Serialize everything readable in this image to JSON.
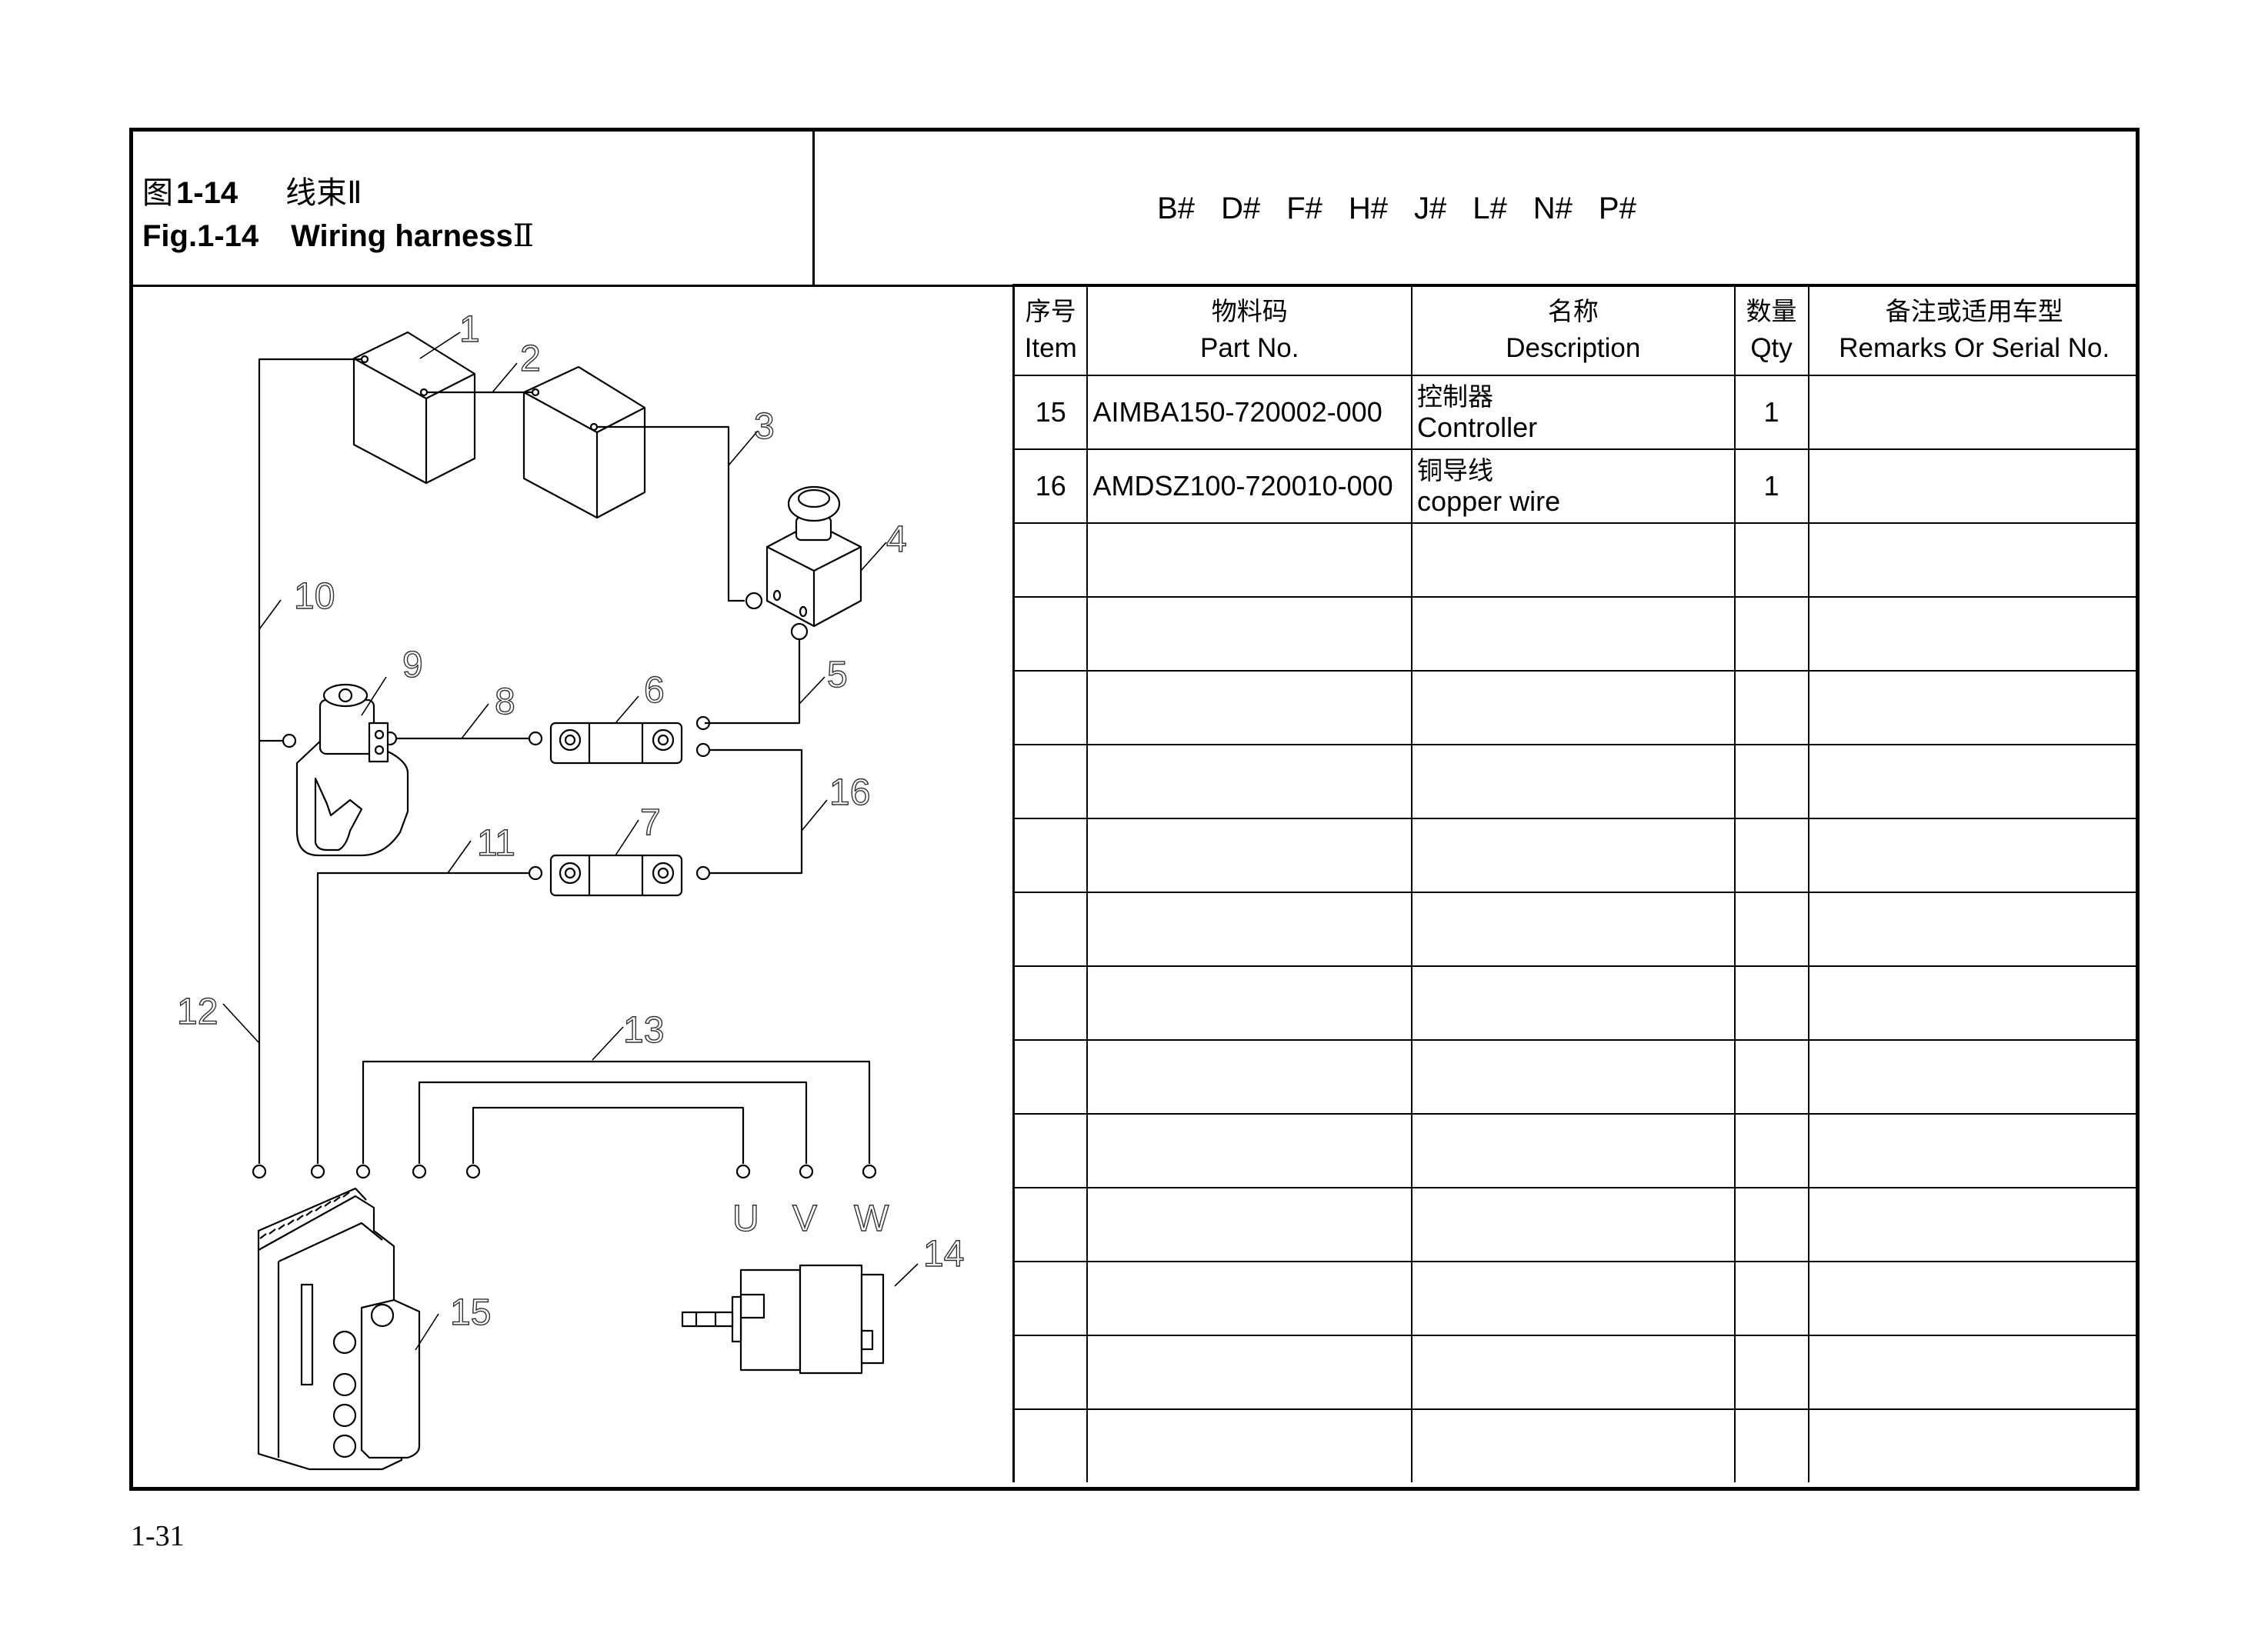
{
  "figure": {
    "cn_prefix": "图",
    "number": "1-14",
    "cn_title": "线束Ⅱ",
    "en_label": "Fig.1-14",
    "en_title": "Wiring harness",
    "roman": "Ⅱ"
  },
  "applicable_models": [
    "B#",
    "D#",
    "F#",
    "H#",
    "J#",
    "L#",
    "N#",
    "P#"
  ],
  "table": {
    "headers": [
      {
        "cn": "序号",
        "en": "Item"
      },
      {
        "cn": "物料码",
        "en": "Part No."
      },
      {
        "cn": "名称",
        "en": "Description"
      },
      {
        "cn": "数量",
        "en": "Qty"
      },
      {
        "cn": "备注或适用车型",
        "en": "Remarks Or Serial No."
      }
    ],
    "rows": [
      {
        "item": "15",
        "part_no": "AIMBA150-720002-000",
        "desc_cn": "控制器",
        "desc_en": "Controller",
        "qty": "1",
        "remarks": ""
      },
      {
        "item": "16",
        "part_no": "AMDSZ100-720010-000",
        "desc_cn": "铜导线",
        "desc_en": "copper wire",
        "qty": "1",
        "remarks": ""
      }
    ],
    "empty_rows": 13
  },
  "diagram": {
    "callouts": [
      "1",
      "2",
      "3",
      "4",
      "5",
      "6",
      "7",
      "8",
      "9",
      "10",
      "11",
      "12",
      "13",
      "14",
      "15",
      "16"
    ],
    "phase_labels": [
      "U",
      "V",
      "W"
    ]
  },
  "page_number": "1-31"
}
